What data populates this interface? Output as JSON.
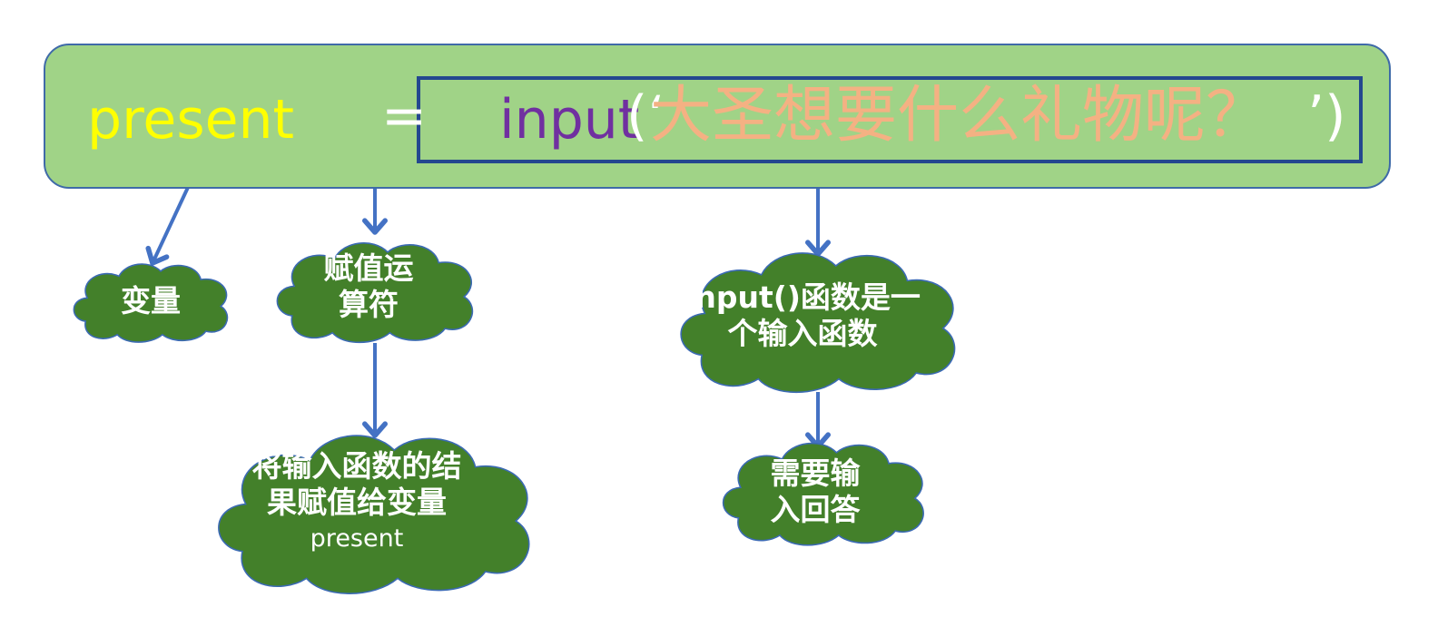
{
  "code": {
    "variable": "present",
    "operator": "=",
    "function": "input",
    "open_paren": "(‘",
    "prompt": "大圣想要什么礼物呢？",
    "close_paren": "’)"
  },
  "colors": {
    "code_bg": "#a0d387",
    "variable": "#ffff00",
    "operator": "#ffffff",
    "function": "#7030a0",
    "string": "#f4b183",
    "cloud": "#43802a",
    "cloud_border": "#3b6ab3",
    "arrow": "#4472c4",
    "highlight_box": "#24478f"
  },
  "clouds": [
    {
      "id": "variable",
      "lines": [
        "变量"
      ]
    },
    {
      "id": "assign-op",
      "lines": [
        "赋值运",
        "算符"
      ]
    },
    {
      "id": "assign-result",
      "lines": [
        "将输入函数的结",
        "果赋值给变量"
      ],
      "sub": "present"
    },
    {
      "id": "input-func",
      "lines": [
        "input()函数是一",
        "个输入函数"
      ]
    },
    {
      "id": "need-answer",
      "lines": [
        "需要输",
        "入回答"
      ]
    }
  ]
}
